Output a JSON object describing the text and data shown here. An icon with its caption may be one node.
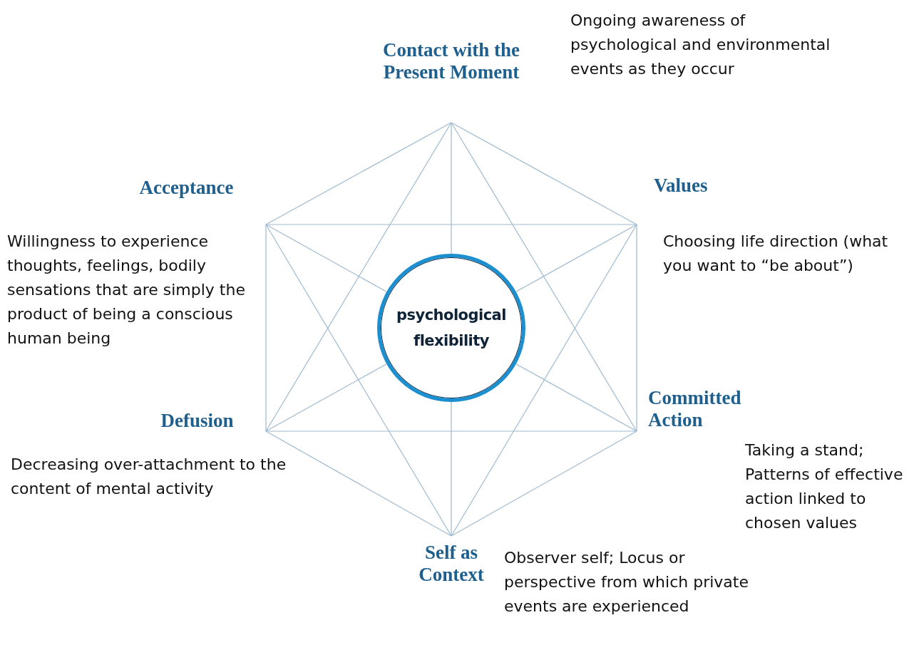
{
  "diagram": {
    "nodes": [
      {
        "text": [
          "Contact with the Present Moment"
        ],
        "beside": [
          "Ongoing awareness of psychological and environmental events as they occur"
        ]
      },
      {
        "text": [
          "Acceptance"
        ],
        "beside": [
          "Willingness to experience thoughts, feelings, bodily sensations that are simply the product of being a conscious human being"
        ]
      },
      {
        "text": [
          "Values"
        ],
        "beside": [
          "Choosing life direction (what you want to “be about”)"
        ]
      },
      {
        "text": [
          "psychological flexibility"
        ]
      },
      {
        "text": [
          "Defusion"
        ],
        "beside": [
          "Decreasing over-attachment to the content of mental activity"
        ]
      },
      {
        "text": [
          "Committed Action"
        ],
        "beside": [
          "Taking a stand; Patterns of effective action linked to chosen values"
        ]
      },
      {
        "text": [
          "Self as Context"
        ],
        "beside": [
          "Observer self; Locus or perspective from which private events are experienced"
        ]
      }
    ],
    "edges": [
      {
        "from": 0,
        "to": 1,
        "arrow": "none"
      },
      {
        "from": 0,
        "to": 2,
        "arrow": "none"
      },
      {
        "from": 0,
        "to": 4,
        "arrow": "none"
      },
      {
        "from": 0,
        "to": 5,
        "arrow": "none"
      },
      {
        "from": 0,
        "to": 3,
        "arrow": "none"
      },
      {
        "from": 3,
        "to": 6,
        "arrow": "none"
      },
      {
        "from": 1,
        "to": 2,
        "arrow": "none"
      },
      {
        "from": 1,
        "to": 4,
        "arrow": "none"
      },
      {
        "from": 1,
        "to": 3,
        "arrow": "none"
      },
      {
        "from": 3,
        "to": 5,
        "arrow": "none"
      },
      {
        "from": 1,
        "to": 6,
        "arrow": "none"
      },
      {
        "from": 2,
        "to": 3,
        "arrow": "none"
      },
      {
        "from": 3,
        "to": 4,
        "arrow": "none"
      },
      {
        "from": 2,
        "to": 5,
        "arrow": "none"
      },
      {
        "from": 2,
        "to": 6,
        "arrow": "none"
      },
      {
        "from": 4,
        "to": 5,
        "arrow": "none"
      },
      {
        "from": 4,
        "to": 6,
        "arrow": "none"
      },
      {
        "from": 5,
        "to": 6,
        "arrow": "none"
      }
    ]
  }
}
